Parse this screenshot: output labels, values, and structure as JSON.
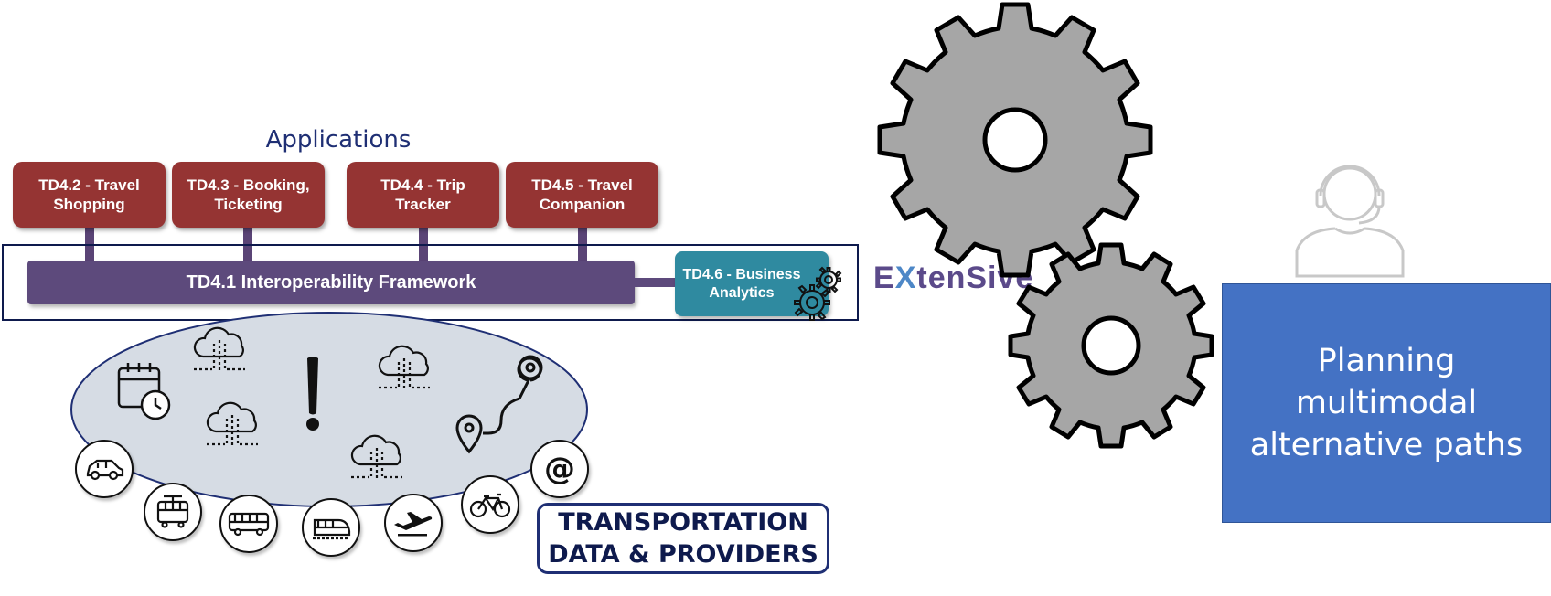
{
  "applications": {
    "title": "Applications",
    "boxes": [
      {
        "label": "TD4.2 - Travel\nShopping"
      },
      {
        "label": "TD4.3 - Booking,\nTicketing"
      },
      {
        "label": "TD4.4 - Trip\nTracker"
      },
      {
        "label": "TD4.5 - Travel\nCompanion"
      }
    ]
  },
  "framework": {
    "label": "TD4.1 Interoperability Framework",
    "business_analytics": "TD4.6 - Business\nAnalytics"
  },
  "brand": {
    "prefix": "E",
    "mark": "X",
    "rest": "tenSive"
  },
  "transport": {
    "label": "TRANSPORTATION\nDATA & PROVIDERS"
  },
  "planning": {
    "label": "Planning\nmultimodal\nalternative paths"
  },
  "colors": {
    "app_red": "#953433",
    "framework_purple": "#5d4a7c",
    "analytics_teal": "#2f8aa0",
    "frame_navy": "#0e1a4d",
    "ellipse_fill": "#d6dce4",
    "gear_gray": "#a6a6a6",
    "planning_blue": "#4472c4"
  },
  "icons": {
    "data_sources": [
      "calendar-clock-icon",
      "cloud-data-icon",
      "exclamation-icon",
      "route-pin-icon"
    ],
    "modes": [
      "car-icon",
      "tram-icon",
      "bus-icon",
      "train-icon",
      "plane-icon",
      "bicycle-icon",
      "email-at-icon"
    ],
    "decor": [
      "gear-icon",
      "headset-person-icon"
    ]
  }
}
